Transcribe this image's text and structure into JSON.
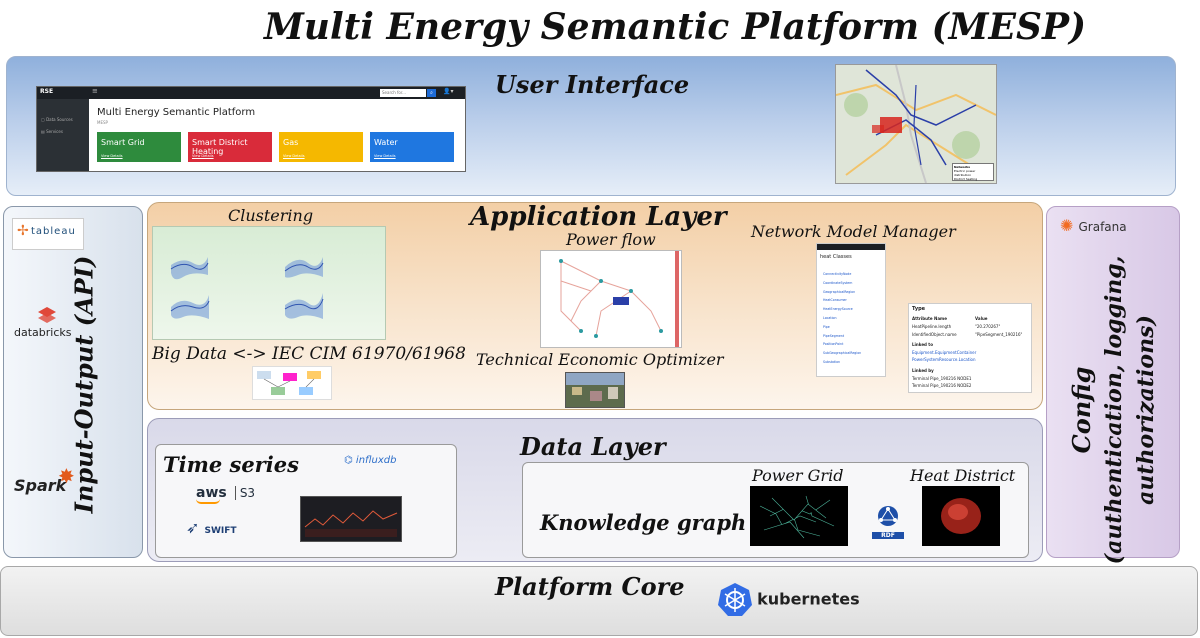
{
  "title": "Multi Energy Semantic Platform (MESP)",
  "user_interface": {
    "title": "User Interface",
    "app": {
      "brand": "RSE",
      "search_placeholder": "Search for...",
      "sidebar": [
        "Data Sources",
        "Services"
      ],
      "heading": "Multi Energy Semantic Platform",
      "subheading": "MESP",
      "tiles": [
        {
          "label": "Smart Grid",
          "footer": "View Details",
          "color": "#2e8b3d"
        },
        {
          "label": "Smart District Heating",
          "footer": "View Details",
          "color": "#d92b3a"
        },
        {
          "label": "Gas",
          "footer": "View Details",
          "color": "#f5b800"
        },
        {
          "label": "Water",
          "footer": "View Details",
          "color": "#1f77e0"
        }
      ]
    },
    "map_legend": [
      "Networks",
      "Electric power distribution",
      "District heating"
    ]
  },
  "input_output": {
    "title": "Input-Output (API)",
    "tools": [
      "tableau",
      "databricks",
      "Spark"
    ]
  },
  "config": {
    "title": "Config",
    "subtitle": "(authentication, logging, authorizations)",
    "tool": "Grafana"
  },
  "application_layer": {
    "title": "Application Layer",
    "clustering": "Clustering",
    "big_data": "Big Data <-> IEC CIM 61970/61968",
    "power_flow": "Power flow",
    "optimizer": "Technical Economic Optimizer",
    "network_model_manager": "Network Model Manager",
    "nmm_panel": {
      "header": "heat Classes",
      "list": [
        "ConnectivityNode",
        "CoordinateSystem",
        "GeographicalRegion",
        "HeatConsumer",
        "HeatEnergySource",
        "Location",
        "Pipe",
        "PipeSegment",
        "PositionPoint",
        "SubGeographicalRegion",
        "Substation"
      ],
      "table_title": "Type",
      "columns": [
        "Attribute Name",
        "Value"
      ],
      "rows": [
        [
          "HeatPipeline.length",
          "\"20.270267\""
        ],
        [
          "IdentifiedObject.name",
          "\"PipeSegment_190216\""
        ]
      ],
      "linked_to": "Linked to",
      "linked_to_items": [
        "Equipment.EquipmentContainer",
        "PowerSystemResource.Location"
      ],
      "linked_by": "Linked by",
      "linked_by_items": [
        "Terminal Pipe_190216 NODE1",
        "Terminal Pipe_190216 NODE2"
      ]
    }
  },
  "data_layer": {
    "title": "Data Layer",
    "time_series": "Time series",
    "influx": "influxdb",
    "aws": "aws",
    "s3": "S3",
    "swift": "SWIFT",
    "knowledge_graph": "Knowledge graph",
    "power_grid": "Power Grid",
    "heat_district": "Heat District",
    "rdf": "RDF"
  },
  "platform_core": {
    "title": "Platform Core",
    "k8s": "kubernetes"
  }
}
